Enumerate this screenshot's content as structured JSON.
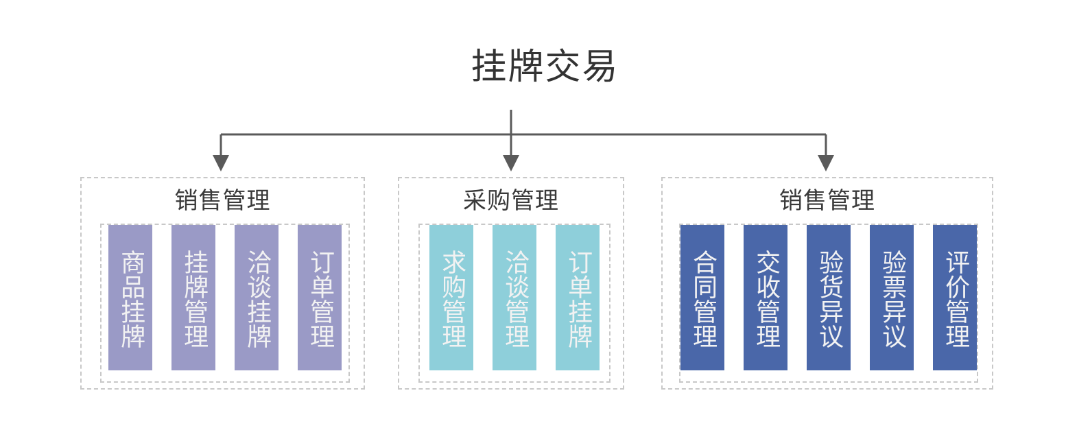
{
  "diagram": {
    "title": "挂牌交易",
    "colors": {
      "purple": "#9a9ac6",
      "teal": "#8ecfda",
      "navy": "#4a67a9",
      "dashed_border": "#c8c8c8",
      "connector": "#5a5a5a",
      "title_text": "#333333",
      "group_title_text": "#3a3a3a",
      "card_text": "#f2f2f2",
      "background": "#ffffff"
    },
    "groups": [
      {
        "title": "销售管理",
        "color_key": "purple",
        "items": [
          {
            "label": "商品挂牌"
          },
          {
            "label": "挂牌管理"
          },
          {
            "label": "洽谈挂牌"
          },
          {
            "label": "订单管理"
          }
        ]
      },
      {
        "title": "采购管理",
        "color_key": "teal",
        "items": [
          {
            "label": "求购管理"
          },
          {
            "label": "洽谈管理"
          },
          {
            "label": "订单挂牌"
          }
        ]
      },
      {
        "title": "销售管理",
        "color_key": "navy",
        "items": [
          {
            "label": "合同管理"
          },
          {
            "label": "交收管理"
          },
          {
            "label": "验货异议"
          },
          {
            "label": "验票异议"
          },
          {
            "label": "评价管理"
          }
        ]
      }
    ]
  }
}
